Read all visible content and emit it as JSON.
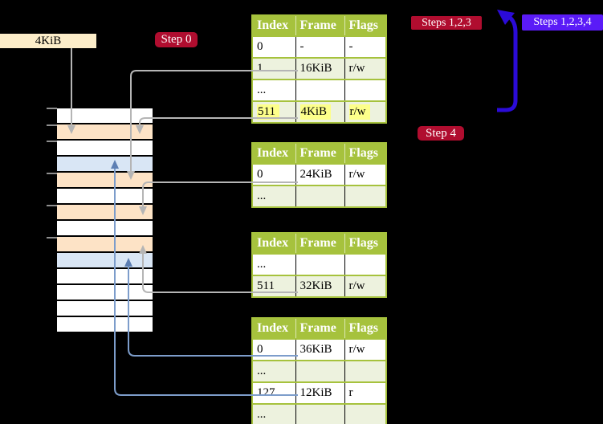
{
  "frame_box": {
    "label": "4KiB"
  },
  "badges": {
    "step0": "Step 0",
    "steps123": "Steps 1,2,3",
    "steps1234": "Steps 1,2,3,4",
    "step4": "Step 4"
  },
  "tables": [
    {
      "name": "level-4-page-table",
      "headers": [
        "Index",
        "Frame",
        "Flags"
      ],
      "rows": [
        {
          "cells": [
            "0",
            "-",
            "-"
          ],
          "shaded": false,
          "highlight": false
        },
        {
          "cells": [
            "1",
            "16KiB",
            "r/w"
          ],
          "shaded": true,
          "highlight": false
        },
        {
          "cells": [
            "...",
            "",
            ""
          ],
          "shaded": false,
          "highlight": false
        },
        {
          "cells": [
            "511",
            "4KiB",
            "r/w"
          ],
          "shaded": true,
          "highlight": true
        }
      ]
    },
    {
      "name": "level-3-page-table",
      "headers": [
        "Index",
        "Frame",
        "Flags"
      ],
      "rows": [
        {
          "cells": [
            "0",
            "24KiB",
            "r/w"
          ],
          "shaded": false,
          "highlight": false
        },
        {
          "cells": [
            "...",
            "",
            ""
          ],
          "shaded": true,
          "highlight": false
        }
      ]
    },
    {
      "name": "level-2-page-table",
      "headers": [
        "Index",
        "Frame",
        "Flags"
      ],
      "rows": [
        {
          "cells": [
            "...",
            "",
            ""
          ],
          "shaded": false,
          "highlight": false
        },
        {
          "cells": [
            "511",
            "32KiB",
            "r/w"
          ],
          "shaded": true,
          "highlight": false
        }
      ]
    },
    {
      "name": "level-1-page-table",
      "headers": [
        "Index",
        "Frame",
        "Flags"
      ],
      "rows": [
        {
          "cells": [
            "0",
            "36KiB",
            "r/w"
          ],
          "shaded": false,
          "highlight": false
        },
        {
          "cells": [
            "...",
            "",
            ""
          ],
          "shaded": true,
          "highlight": false
        },
        {
          "cells": [
            "127",
            "12KiB",
            "r"
          ],
          "shaded": false,
          "highlight": false
        },
        {
          "cells": [
            "...",
            "",
            ""
          ],
          "shaded": true,
          "highlight": false
        }
      ]
    }
  ],
  "memory_strip": {
    "rows": [
      "free",
      "page_table",
      "free",
      "mapped_page",
      "page_table",
      "free",
      "page_table",
      "free",
      "page_table",
      "mapped_page",
      "free",
      "free",
      "free",
      "free"
    ]
  },
  "arrows": [
    {
      "name": "frame-box-to-4kib-frame",
      "color": "gray"
    },
    {
      "name": "l4-entry1-to-16kib-frame",
      "color": "gray"
    },
    {
      "name": "l4-entry511-recursive-to-4kib-frame",
      "color": "gray"
    },
    {
      "name": "l3-entry0-to-24kib-frame",
      "color": "gray"
    },
    {
      "name": "l2-entry511-to-32kib-frame",
      "color": "gray"
    },
    {
      "name": "l1-entry0-to-36kib-frame",
      "color": "blue"
    },
    {
      "name": "l1-entry127-to-12kib-frame",
      "color": "blue"
    },
    {
      "name": "recursive-loop-arrow",
      "color": "thick-blue"
    }
  ],
  "colors": {
    "background": "#000000",
    "table_green": "#a6c23d",
    "row_green": "#edf2de",
    "highlight_yellow": "#fdff8a",
    "frame_box_cream": "#fcedc9",
    "page_table_frame": "#fde3c6",
    "mapped_page_frame": "#d9e6f5",
    "badge_red": "#b00d2f",
    "badge_violet": "#5a1bf7",
    "arrow_gray": "#b5b5b5",
    "arrow_blue_line": "#7d9dcb",
    "arrow_blue_head": "#5d7fb3",
    "thick_arrow_blue": "#2b0bd8"
  }
}
